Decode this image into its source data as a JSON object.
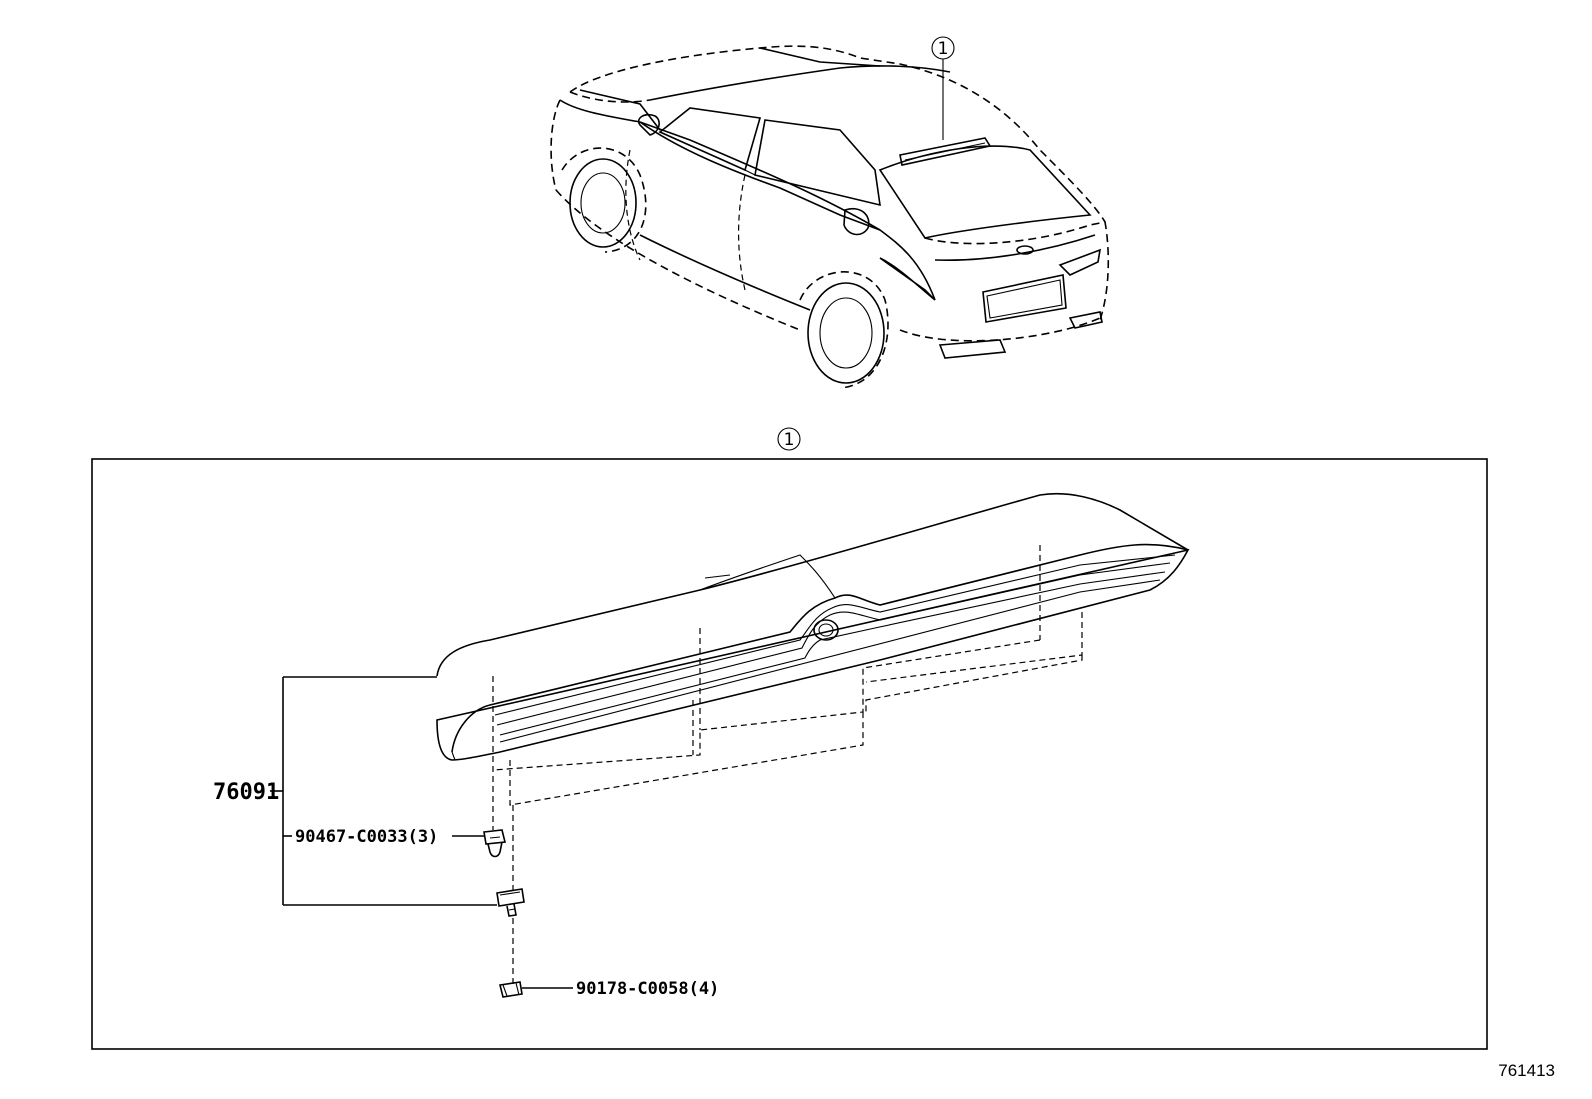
{
  "callouts": {
    "car_callout": "1",
    "detail_callout": "1"
  },
  "parts": {
    "main_part": "76091",
    "clip_part": "90467-C0033(3)",
    "nut_part": "90178-C0058(4)"
  },
  "figure_number": "761413",
  "icons": [
    "car-illustration",
    "spoiler-illustration",
    "clip-icon",
    "screw-grommet-icon",
    "nut-icon"
  ]
}
